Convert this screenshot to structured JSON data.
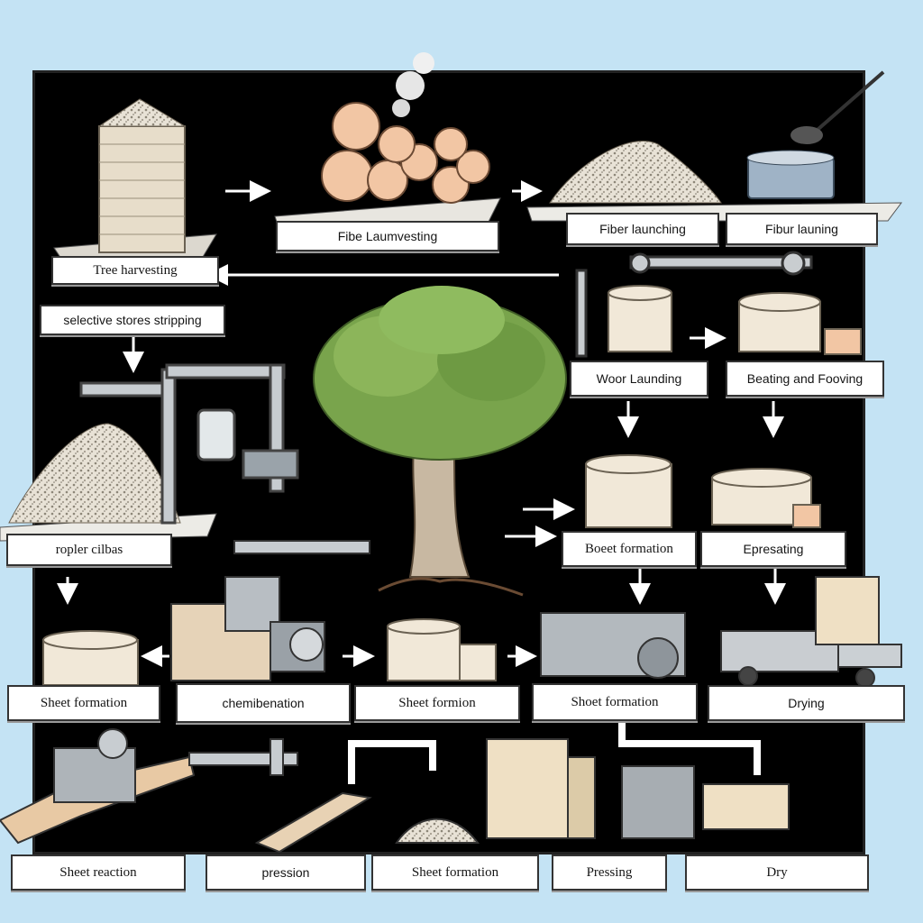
{
  "diagram": {
    "labels": {
      "tree_harvesting": "Tree harvesting",
      "bark_stripping": "selective stores stripping",
      "fiber_harvesting": "Fibe Laumvesting",
      "fiber_launching_1": "Fiber launching",
      "fiber_launching_2": "Fibur launing",
      "wood_laundering": "Woor Launding",
      "bearing_and_forming": "Beating and Fooving",
      "wood_chips": "ropler cilbas",
      "sheet_formation_1": "Boeet formation",
      "pressing_1": "Epresating",
      "sheet_formation_2": "Sheet formation",
      "chemical_treatment": "chemibenation",
      "sheet_formation_3": "Sheet formion",
      "sheet_formation_4": "Shoet formation",
      "drying_1": "Drying",
      "sheet_reaction": "Sheet reaction",
      "pression": "pression",
      "sheet_formation_5": "Sheet formation",
      "pressing_2": "Pressing",
      "dry": "Dry"
    }
  },
  "colors": {
    "background": "#c4e3f4",
    "board": "#000000",
    "label_bg": "#ffffff",
    "wood": "#f2c6a4",
    "tree_foliage": "#79a44c",
    "machine": "#c3c8cc"
  }
}
